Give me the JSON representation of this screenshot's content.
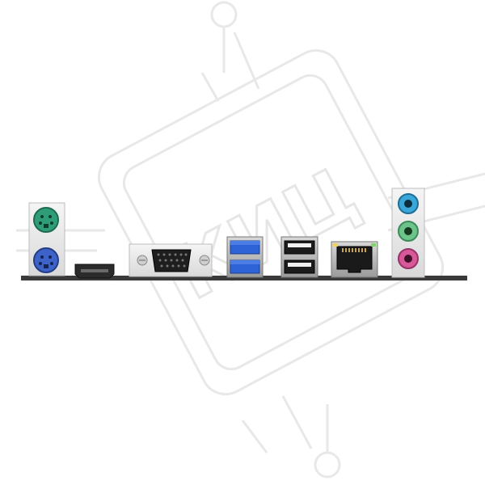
{
  "scene": {
    "subject": "motherboard-rear-io-panel",
    "ports": [
      {
        "id": "ps2-keyboard",
        "icon": "ps2-port-icon",
        "color": "#2f9e78"
      },
      {
        "id": "ps2-mouse",
        "icon": "ps2-port-icon",
        "color": "#3d62c8"
      },
      {
        "id": "hdmi",
        "icon": "hdmi-port-icon"
      },
      {
        "id": "vga",
        "icon": "vga-port-icon"
      },
      {
        "id": "usb3-top",
        "icon": "usb-port-icon",
        "color": "#2d63d6"
      },
      {
        "id": "usb3-bottom",
        "icon": "usb-port-icon",
        "color": "#2d63d6"
      },
      {
        "id": "usb2-top",
        "icon": "usb-port-icon"
      },
      {
        "id": "usb2-bottom",
        "icon": "usb-port-icon"
      },
      {
        "id": "ethernet",
        "icon": "rj45-port-icon"
      },
      {
        "id": "audio-line-in",
        "icon": "audio-jack-icon",
        "color": "#39a7d8"
      },
      {
        "id": "audio-line-out",
        "icon": "audio-jack-icon",
        "color": "#6cc48a"
      },
      {
        "id": "audio-mic",
        "icon": "audio-jack-icon",
        "color": "#d8589a"
      }
    ]
  },
  "watermark": {
    "text": "КИЦ",
    "color": "#e6e6e6"
  }
}
